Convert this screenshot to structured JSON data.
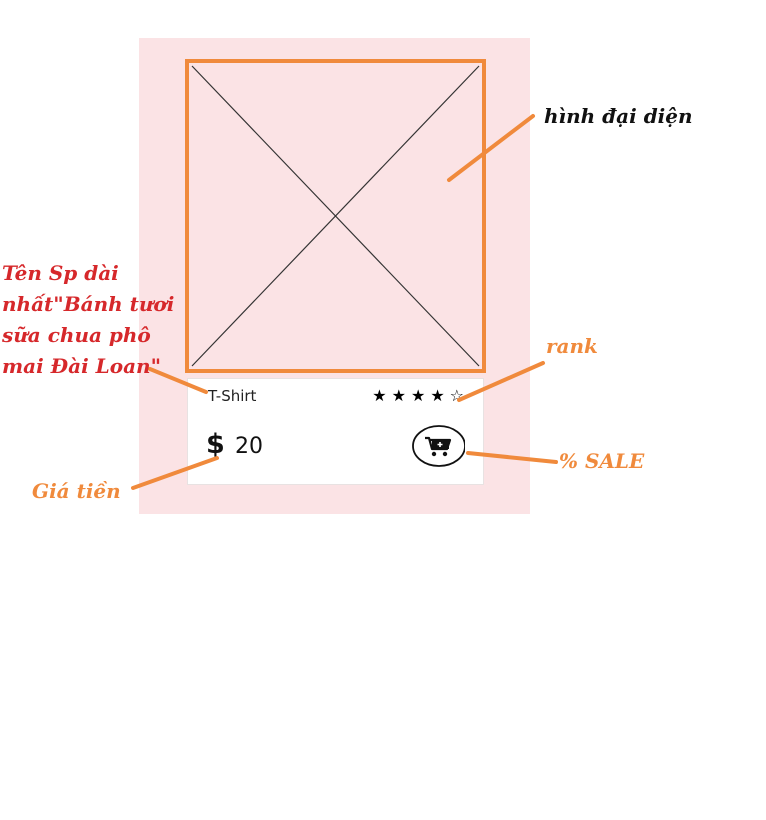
{
  "product_card": {
    "name": "T-Shirt",
    "rating": 4,
    "rating_max": 5,
    "currency_symbol": "$",
    "price": "20",
    "cart_icon": "shopping-cart-icon",
    "image_icon": "image-placeholder-icon"
  },
  "annotations": {
    "image": "hình đại diện",
    "name": "Tên Sp dài\nnhất\"Bánh tươi\nsữa chua phô\nmai Đài Loan\"",
    "rank": "rank",
    "sale": "% SALE",
    "price": "Giá tiền"
  },
  "colors": {
    "panel_background": "#fbe3e5",
    "frame_border": "#f08a3c",
    "arrow": "#f08a3c",
    "annotation_orange": "#f08a3c",
    "annotation_red": "#d6282b",
    "annotation_dark": "#111111"
  }
}
